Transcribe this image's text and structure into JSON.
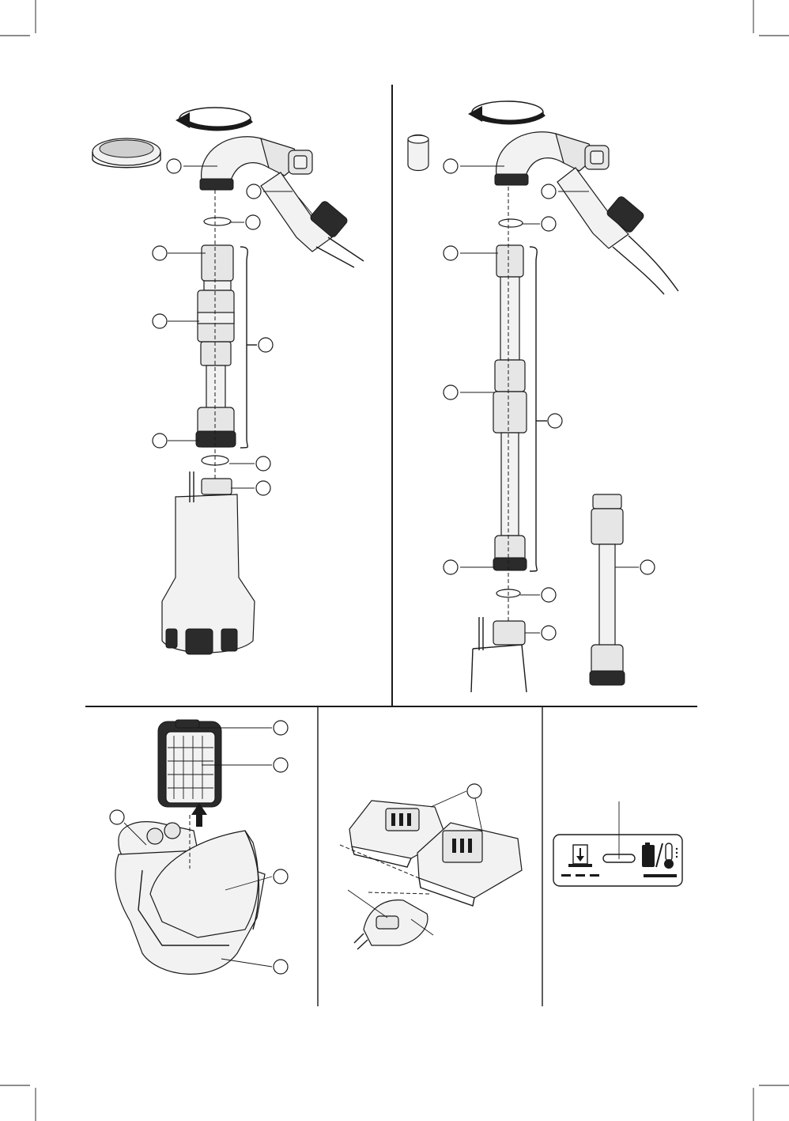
{
  "figure": {
    "panels": [
      "pump-assembly-variant-a",
      "pump-assembly-variant-b",
      "battery-filter-housing",
      "battery-charger",
      "control-panel"
    ],
    "icons": [
      "rotate-arrow-icon",
      "battery-icon",
      "thermometer-icon",
      "water-level-icon"
    ],
    "colors": {
      "line": "#1a1a1a",
      "fill_light": "#e6e6e6",
      "background": "#ffffff"
    }
  }
}
